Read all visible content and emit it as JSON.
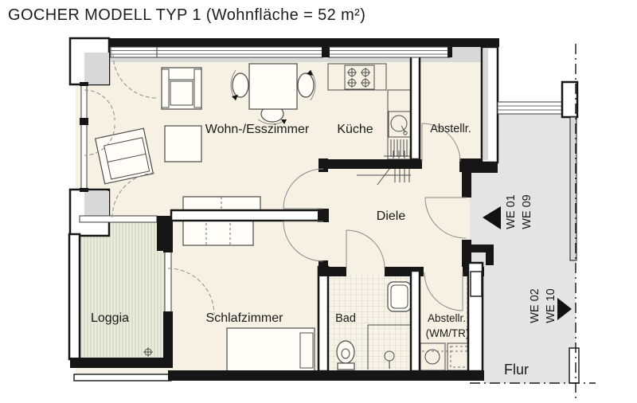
{
  "title": "GOCHER  MODELL TYP 1 (Wohnfläche = 52 m²)",
  "plan": {
    "rooms": {
      "living": "Wohn-/Esszimmer",
      "kitchen": "Küche",
      "storage_top": "Abstellr.",
      "hall": "Diele",
      "loggia": "Loggia",
      "bedroom": "Schlafzimmer",
      "bath": "Bad",
      "storage_bottom": "Abstellr.",
      "storage_bottom_sub": "(WM/TR)",
      "corridor": "Flur"
    },
    "units": {
      "unit_a_line1": "WE 01",
      "unit_a_line2": "WE 09",
      "unit_b_line1": "WE 02",
      "unit_b_line2": "WE 10"
    },
    "area_note": "Wohnfläche = 52 m²"
  },
  "colors": {
    "room_floor": "#f6f1e2",
    "loggia_floor": "#e9ecda",
    "loggia_stripe": "#ccd2bd",
    "corridor_floor": "#e4e4e4",
    "wall_outline": "#161616",
    "wall_inner_face": "#d8d8d8",
    "tile_line": "#c4bfae",
    "text": "#1a1a1a"
  }
}
